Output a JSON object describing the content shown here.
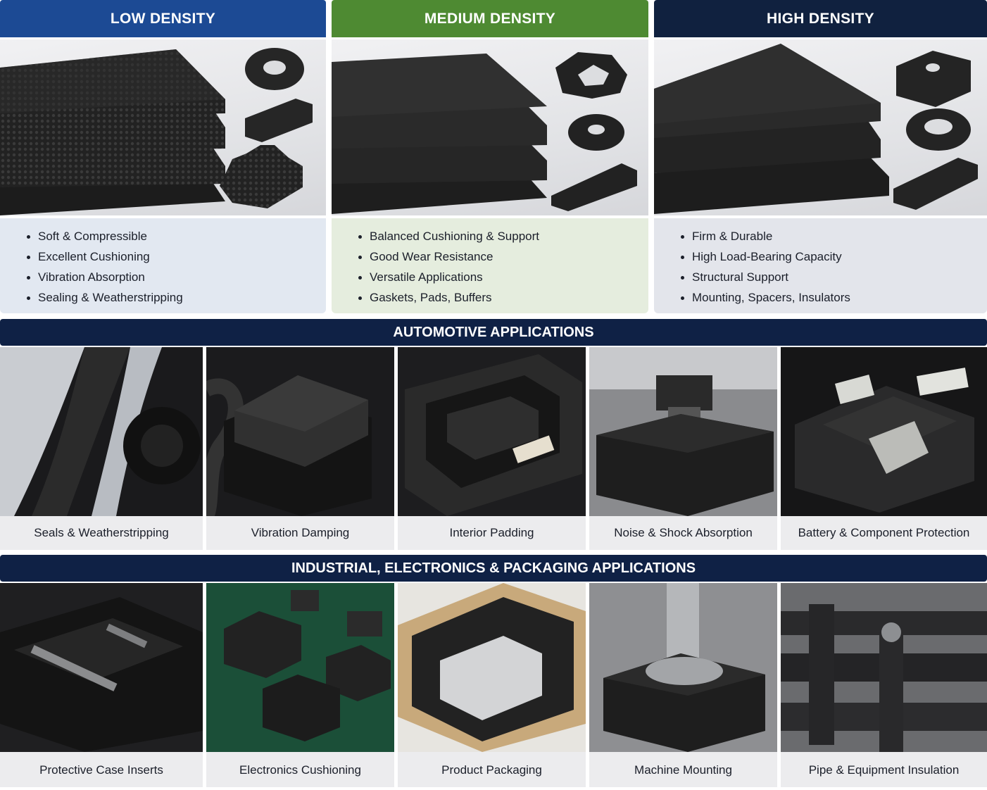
{
  "density": [
    {
      "title": "LOW DENSITY",
      "color": "#1c4a94",
      "panel": "#e2e8f1",
      "features": [
        "Soft & Compressible",
        "Excellent Cushioning",
        "Vibration Absorption",
        "Sealing & Weatherstripping"
      ]
    },
    {
      "title": "MEDIUM DENSITY",
      "color": "#4e8a32",
      "panel": "#e5edde",
      "features": [
        "Balanced Cushioning & Support",
        "Good Wear Resistance",
        "Versatile Applications",
        "Gaskets, Pads, Buffers"
      ]
    },
    {
      "title": "HIGH DENSITY",
      "color": "#10213f",
      "panel": "#e3e5eb",
      "features": [
        "Firm & Durable",
        "High Load-Bearing Capacity",
        "Structural Support",
        "Mounting, Spacers, Insulators"
      ]
    }
  ],
  "automotive": {
    "title": "AUTOMOTIVE APPLICATIONS",
    "items": [
      "Seals & Weatherstripping",
      "Vibration Damping",
      "Interior Padding",
      "Noise & Shock Absorption",
      "Battery & Component Protection"
    ]
  },
  "industrial": {
    "title": "INDUSTRIAL, ELECTRONICS & PACKAGING APPLICATIONS",
    "items": [
      "Protective Case Inserts",
      "Electronics Cushioning",
      "Product Packaging",
      "Machine Mounting",
      "Pipe & Equipment Insulation"
    ]
  }
}
